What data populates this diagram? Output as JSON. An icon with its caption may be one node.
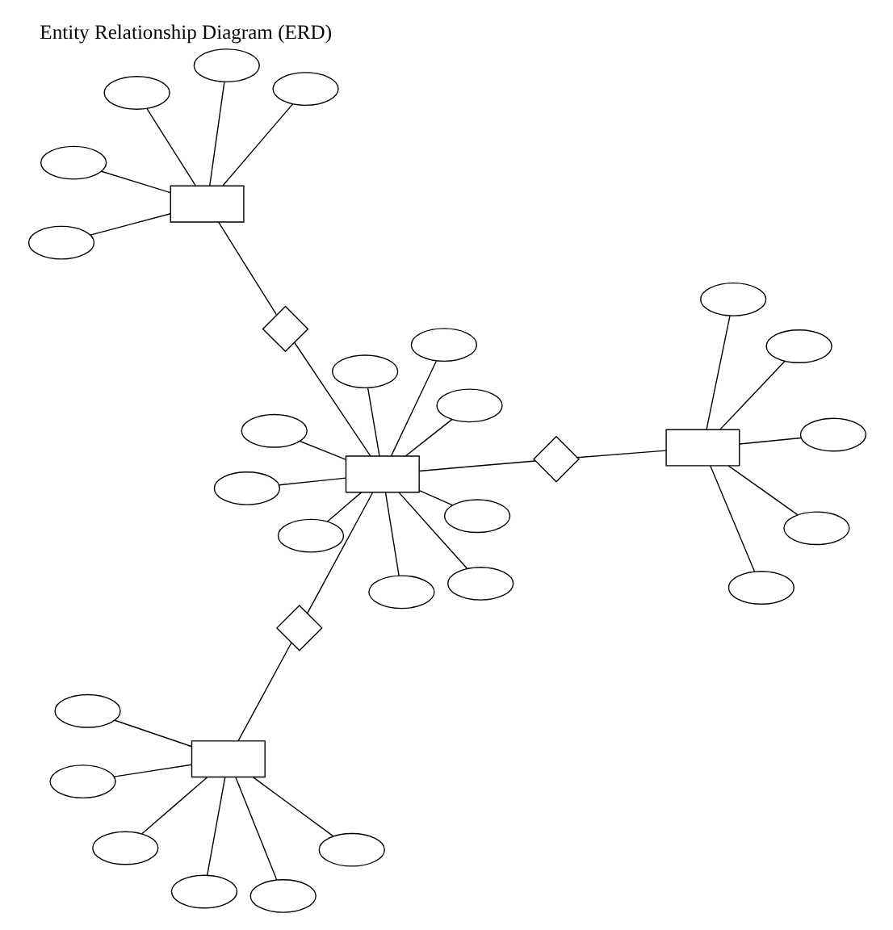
{
  "diagram": {
    "title": "Entity Relationship Diagram (ERD)",
    "nodes": [
      {
        "text": [],
        "shape": "ellipse"
      },
      {
        "text": [],
        "shape": "ellipse"
      },
      {
        "text": [],
        "shape": "ellipse"
      },
      {
        "text": [],
        "shape": "ellipse"
      },
      {
        "text": [],
        "shape": "ellipse"
      },
      {
        "text": [],
        "shape": "ellipse"
      },
      {
        "text": [],
        "shape": "box"
      },
      {
        "text": [],
        "shape": "diamond"
      },
      {
        "text": [],
        "shape": "ellipse"
      },
      {
        "text": [],
        "shape": "ellipse"
      },
      {
        "text": [],
        "shape": "ellipse"
      },
      {
        "text": [],
        "shape": "ellipse"
      },
      {
        "text": [],
        "shape": "ellipse"
      },
      {
        "text": [],
        "shape": "ellipse"
      },
      {
        "text": [],
        "shape": "ellipse"
      },
      {
        "text": [],
        "shape": "ellipse"
      },
      {
        "text": [],
        "shape": "ellipse"
      },
      {
        "text": [],
        "shape": "box"
      },
      {
        "text": [],
        "shape": "diamond"
      },
      {
        "text": [],
        "shape": "box"
      },
      {
        "text": [],
        "shape": "ellipse"
      },
      {
        "text": [],
        "shape": "ellipse"
      },
      {
        "text": [],
        "shape": "ellipse"
      },
      {
        "text": [],
        "shape": "ellipse"
      },
      {
        "text": [],
        "shape": "ellipse"
      },
      {
        "text": [],
        "shape": "diamond"
      },
      {
        "text": [],
        "shape": "box"
      },
      {
        "text": [],
        "shape": "ellipse"
      },
      {
        "text": [],
        "shape": "ellipse"
      },
      {
        "text": [],
        "shape": "ellipse"
      },
      {
        "text": [],
        "shape": "ellipse"
      },
      {
        "text": [],
        "shape": "ellipse"
      }
    ],
    "edges": [
      {
        "from": 0,
        "to": 6,
        "arrow": "none"
      },
      {
        "from": 1,
        "to": 6,
        "arrow": "none"
      },
      {
        "from": 2,
        "to": 6,
        "arrow": "none"
      },
      {
        "from": 3,
        "to": 6,
        "arrow": "none"
      },
      {
        "from": 4,
        "to": 6,
        "arrow": "none"
      },
      {
        "from": 5,
        "to": 6,
        "arrow": "none"
      },
      {
        "from": 6,
        "to": 7,
        "arrow": "none"
      },
      {
        "from": 7,
        "to": 17,
        "arrow": "none"
      },
      {
        "from": 8,
        "to": 17,
        "arrow": "none"
      },
      {
        "from": 9,
        "to": 17,
        "arrow": "none"
      },
      {
        "from": 10,
        "to": 17,
        "arrow": "none"
      },
      {
        "from": 11,
        "to": 17,
        "arrow": "none"
      },
      {
        "from": 12,
        "to": 17,
        "arrow": "none"
      },
      {
        "from": 13,
        "to": 17,
        "arrow": "none"
      },
      {
        "from": 14,
        "to": 17,
        "arrow": "none"
      },
      {
        "from": 15,
        "to": 17,
        "arrow": "none"
      },
      {
        "from": 16,
        "to": 17,
        "arrow": "none"
      },
      {
        "from": 17,
        "to": 18,
        "arrow": "none"
      },
      {
        "from": 18,
        "to": 19,
        "arrow": "none"
      },
      {
        "from": 19,
        "to": 20,
        "arrow": "none"
      },
      {
        "from": 19,
        "to": 21,
        "arrow": "none"
      },
      {
        "from": 19,
        "to": 22,
        "arrow": "none"
      },
      {
        "from": 19,
        "to": 23,
        "arrow": "none"
      },
      {
        "from": 19,
        "to": 24,
        "arrow": "none"
      },
      {
        "from": 17,
        "to": 25,
        "arrow": "none"
      },
      {
        "from": 25,
        "to": 26,
        "arrow": "none"
      },
      {
        "from": 26,
        "to": 27,
        "arrow": "none"
      },
      {
        "from": 26,
        "to": 28,
        "arrow": "none"
      },
      {
        "from": 26,
        "to": 29,
        "arrow": "none"
      },
      {
        "from": 26,
        "to": 30,
        "arrow": "none"
      },
      {
        "from": 26,
        "to": 31,
        "arrow": "none"
      }
    ]
  }
}
